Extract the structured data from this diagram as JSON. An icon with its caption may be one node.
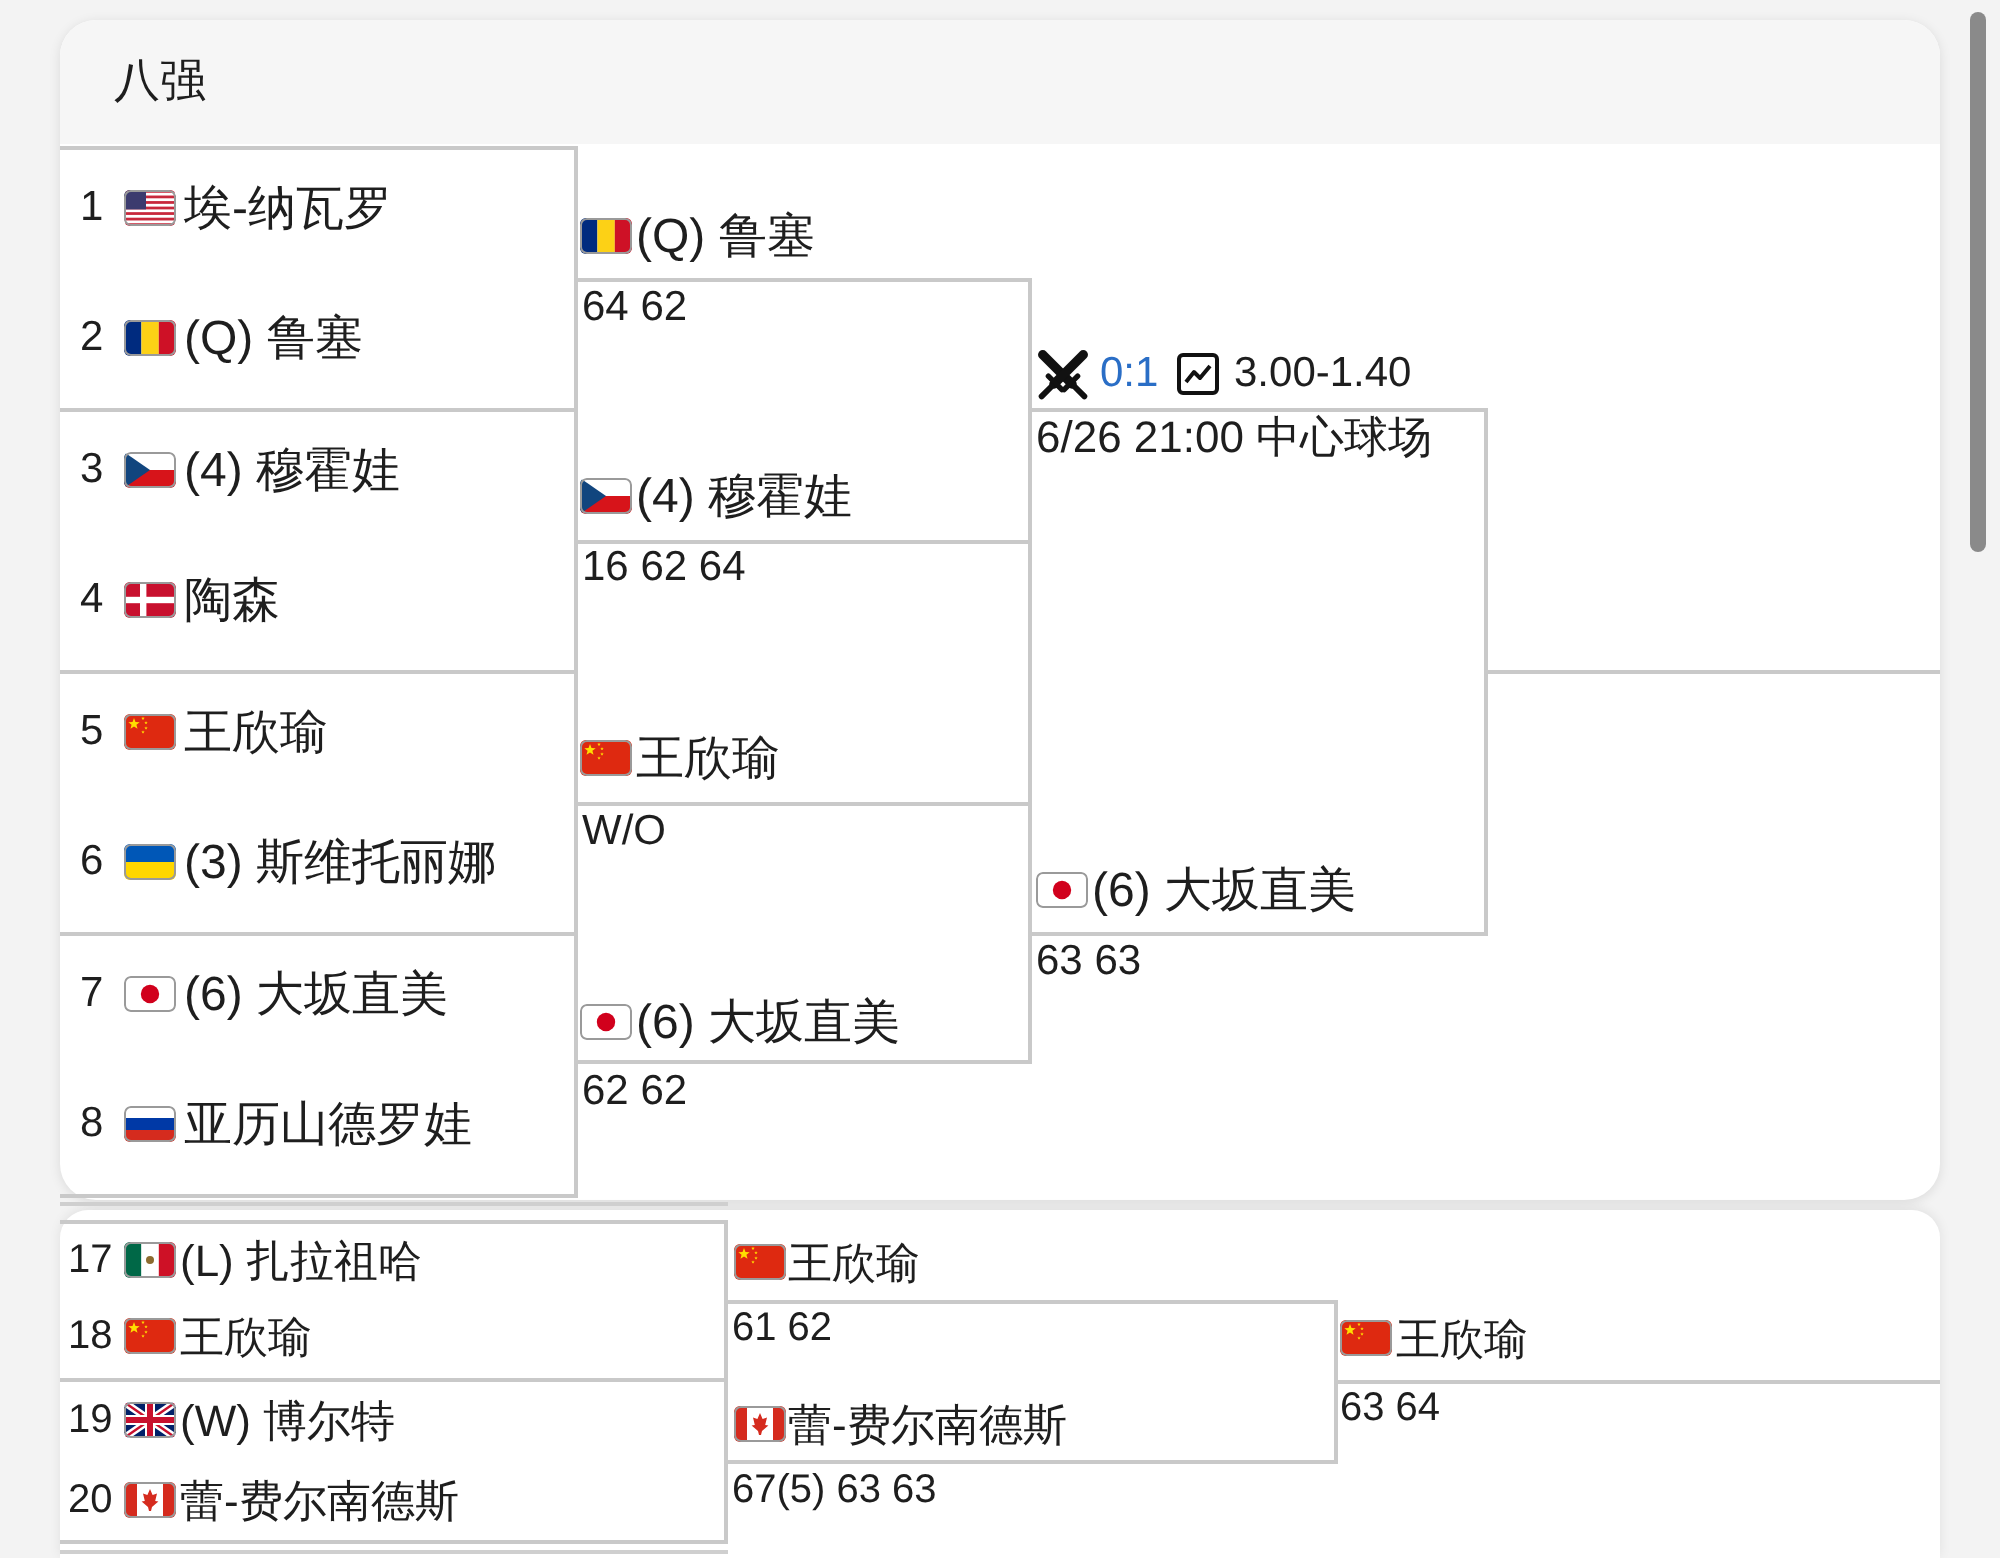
{
  "diagram": {
    "title": "八强",
    "nodes": [
      {
        "text": [
          "1",
          "埃-纳瓦罗",
          "2",
          "(Q) 鲁塞"
        ]
      },
      {
        "text": [
          "3",
          "(4) 穆霍娃",
          "4",
          "陶森"
        ]
      },
      {
        "text": [
          "5",
          "王欣瑜",
          "6",
          "(3) 斯维托丽娜"
        ]
      },
      {
        "text": [
          "7",
          "(6) 大坂直美",
          "8",
          "亚历山德罗娃"
        ]
      },
      {
        "text": [
          "(Q) 鲁塞",
          "64 62",
          "(4) 穆霍娃"
        ],
        "beside": [
          "16 62 64"
        ]
      },
      {
        "text": [
          "王欣瑜",
          "W/O",
          "(6) 大坂直美"
        ],
        "beside": [
          "62 62"
        ]
      },
      {
        "text": [
          "0:1",
          "3.00-1.40",
          "6/26 21:00 中心球场",
          "(6) 大坂直美"
        ],
        "beside": [
          "63 63"
        ]
      },
      {
        "text": [
          "17",
          "(L) 扎拉祖哈",
          "18",
          "王欣瑜"
        ]
      },
      {
        "text": [
          "19",
          "(W) 博尔特",
          "20",
          "蕾-费尔南德斯"
        ]
      },
      {
        "text": [
          "王欣瑜",
          "61 62",
          "蕾-费尔南德斯"
        ],
        "beside": [
          "67(5) 63 63"
        ]
      }
    ],
    "edges": [
      {
        "from": 6,
        "to": null,
        "arrow": "none"
      },
      {
        "from": 9,
        "to": null,
        "arrow": "none"
      }
    ],
    "labels": [
      "王欣瑜",
      "63 64"
    ]
  }
}
